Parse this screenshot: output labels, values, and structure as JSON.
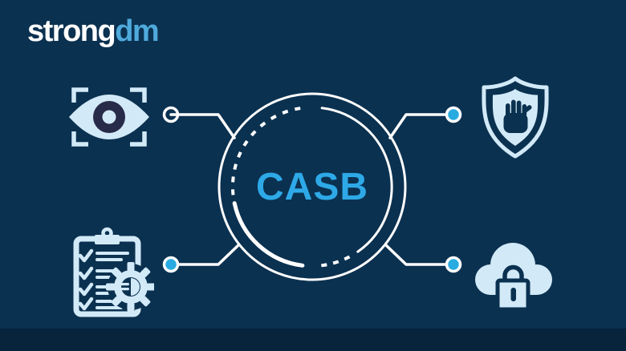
{
  "brand": {
    "strong": "strong",
    "dm": "dm"
  },
  "hub": {
    "label": "CASB"
  },
  "nodes": [
    {
      "position": "top-left",
      "icon": "eye-scan-icon"
    },
    {
      "position": "top-right",
      "icon": "shield-stop-hand-icon"
    },
    {
      "position": "bottom-left",
      "icon": "checklist-gear-icon"
    },
    {
      "position": "bottom-right",
      "icon": "cloud-lock-icon"
    }
  ],
  "colors": {
    "bg": "#0B3150",
    "footer": "#07243C",
    "light": "#D2E9F7",
    "accent": "#29ABE2",
    "iris": "#272A49",
    "logo_dm": "#4FAADC",
    "line": "#FFFFFF",
    "casb": "#2EA9E8"
  }
}
